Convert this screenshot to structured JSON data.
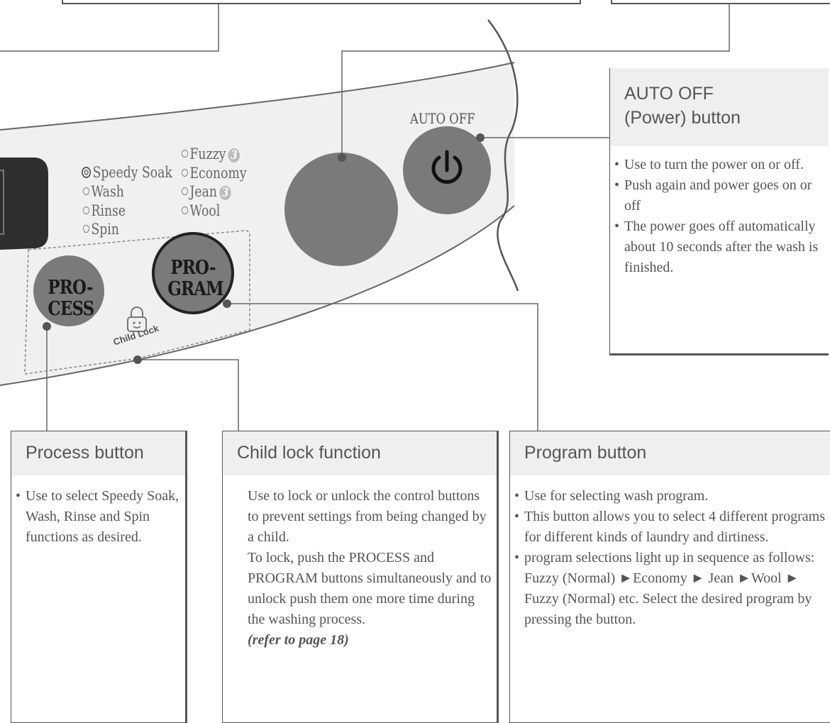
{
  "panel": {
    "auto_off_label": "AUTO OFF",
    "power_symbol": "power-icon",
    "process_button": {
      "line1": "PRO-",
      "line2": "CESS"
    },
    "program_button": {
      "line1": "PRO-",
      "line2": "GRAM"
    },
    "child_lock_label": "Child Lock",
    "process_options": [
      "Speedy Soak",
      "Wash",
      "Rinse",
      "Spin"
    ],
    "program_options": [
      {
        "label": "Fuzzy",
        "badge": "3"
      },
      {
        "label": "Economy",
        "badge": ""
      },
      {
        "label": "Jean",
        "badge": "3"
      },
      {
        "label": "Wool",
        "badge": ""
      }
    ]
  },
  "auto_off_box": {
    "title_line1": "AUTO OFF",
    "title_line2": "(Power) button",
    "bullets": [
      "Use to turn the power on or off.",
      "Push again and power goes on or off",
      "The power goes off automatically about 10 seconds after the wash is finished."
    ]
  },
  "process_box": {
    "title": "Process button",
    "bullets": [
      "Use to select Speedy Soak, Wash, Rinse and Spin functions as desired."
    ]
  },
  "child_lock_box": {
    "title": "Child lock function",
    "text1": "Use to lock or unlock the control buttons to prevent settings from being changed by a child.",
    "text2": "To lock, push the PROCESS and PROGRAM buttons simultaneously and to unlock push them one more time during the washing process.",
    "ref": "(refer to page 18)"
  },
  "program_box": {
    "title": "Program button",
    "bullets": [
      "Use for selecting wash program.",
      "This button allows you to  select 4 different  programs for  different kinds  of laundry and dirtiness.",
      "program selections light up in sequence as follows: Fuzzy (Normal)  ►Economy ► Jean ►Wool ► Fuzzy (Normal) etc. Select the desired program by pressing the button."
    ]
  }
}
